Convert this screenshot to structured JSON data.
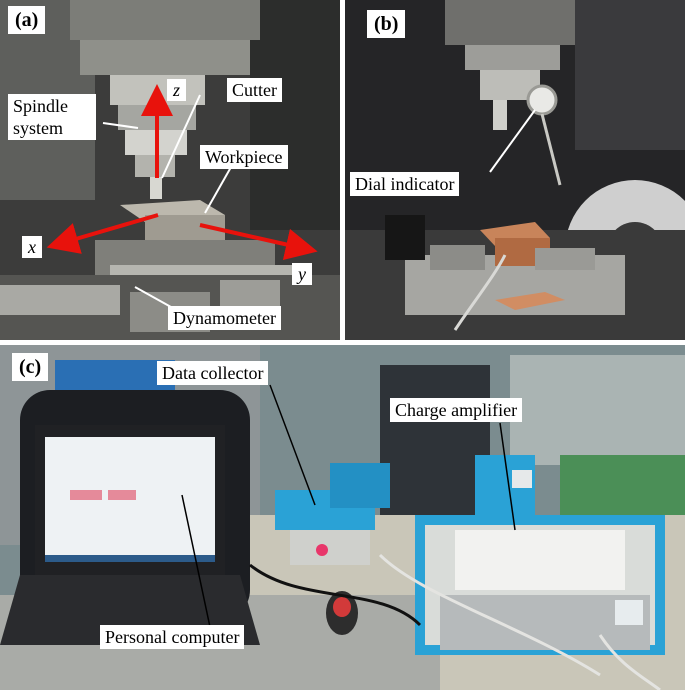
{
  "figure": {
    "panels": [
      {
        "letter": "(a)",
        "labels": {
          "spindle_line1": "Spindle",
          "spindle_line2": "system",
          "cutter": "Cutter",
          "workpiece": "Workpiece",
          "dynamometer": "Dynamometer"
        },
        "axes": {
          "x": "x",
          "y": "y",
          "z": "z"
        },
        "arrow_color": "#e8120c"
      },
      {
        "letter": "(b)",
        "labels": {
          "dial_indicator": "Dial indicator"
        }
      },
      {
        "letter": "(c)",
        "labels": {
          "data_collector": "Data collector",
          "charge_amplifier": "Charge amplifier",
          "personal_computer": "Personal computer"
        },
        "accent_color": "#2aa2d6"
      }
    ]
  }
}
